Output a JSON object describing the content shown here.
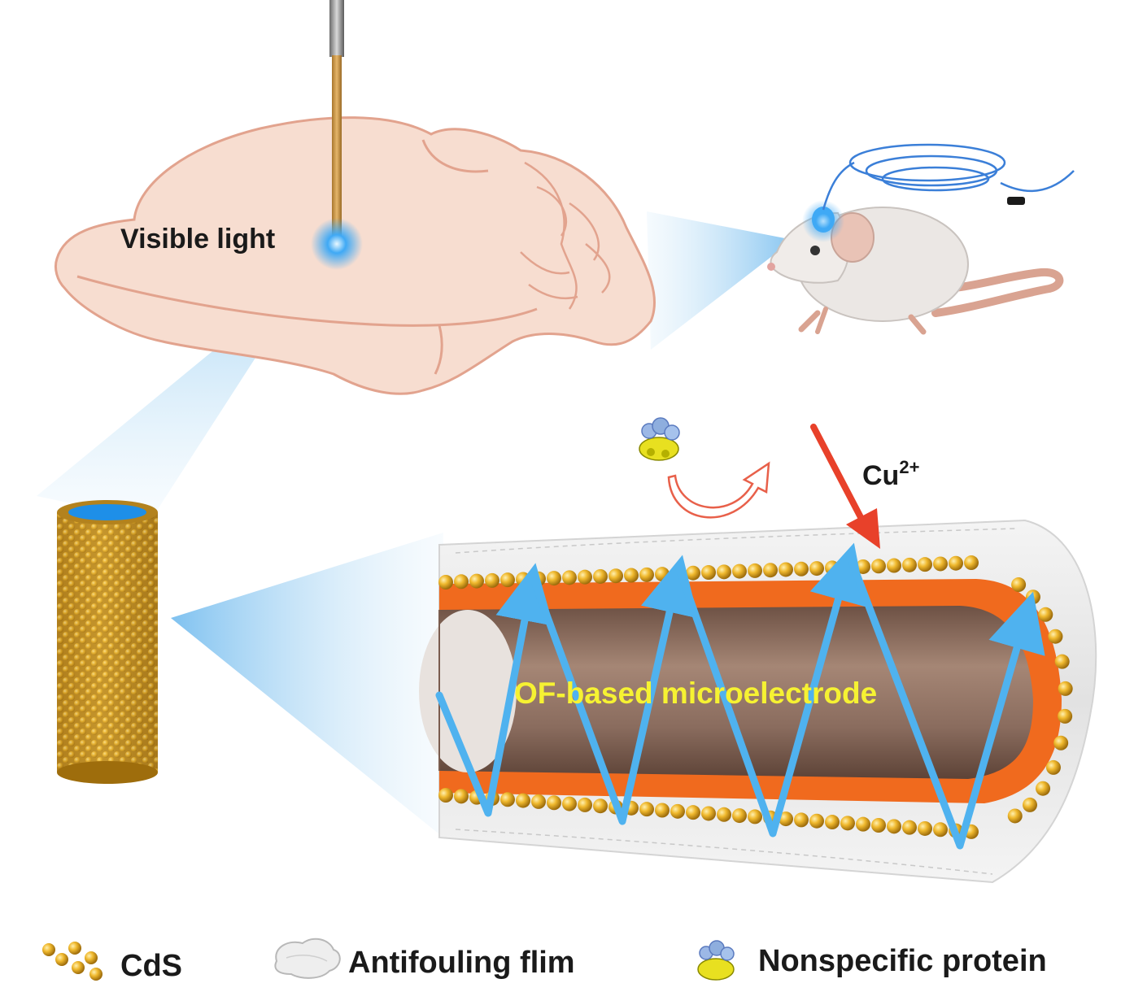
{
  "labels": {
    "visible_light": "Visible light",
    "cu_ion": "Cu",
    "cu_charge": "2+",
    "electrode": "OF-based microelectrode"
  },
  "legend": {
    "cds": "CdS",
    "antifouling": "Antifouling flim",
    "protein": "Nonspecific protein"
  },
  "colors": {
    "brain_fill": "#f6dccd",
    "brain_stroke": "#e3a592",
    "light_blue": "#3fa9f5",
    "beam_blue": "#5fb8ee",
    "electrode_core": "#8c6e60",
    "electrode_orange": "#f06a1e",
    "cds_gold": "#e5ad2a",
    "arrow_red": "#e8412a",
    "label_yellow": "#f6f232"
  },
  "icons": [
    "optical-fiber",
    "brain-sagittal",
    "mouse",
    "fiber-cable",
    "cylinder-microelectrode",
    "protein-cluster",
    "curved-deflect-arrow",
    "red-arrow",
    "cds-cluster",
    "antifouling-cloud"
  ]
}
